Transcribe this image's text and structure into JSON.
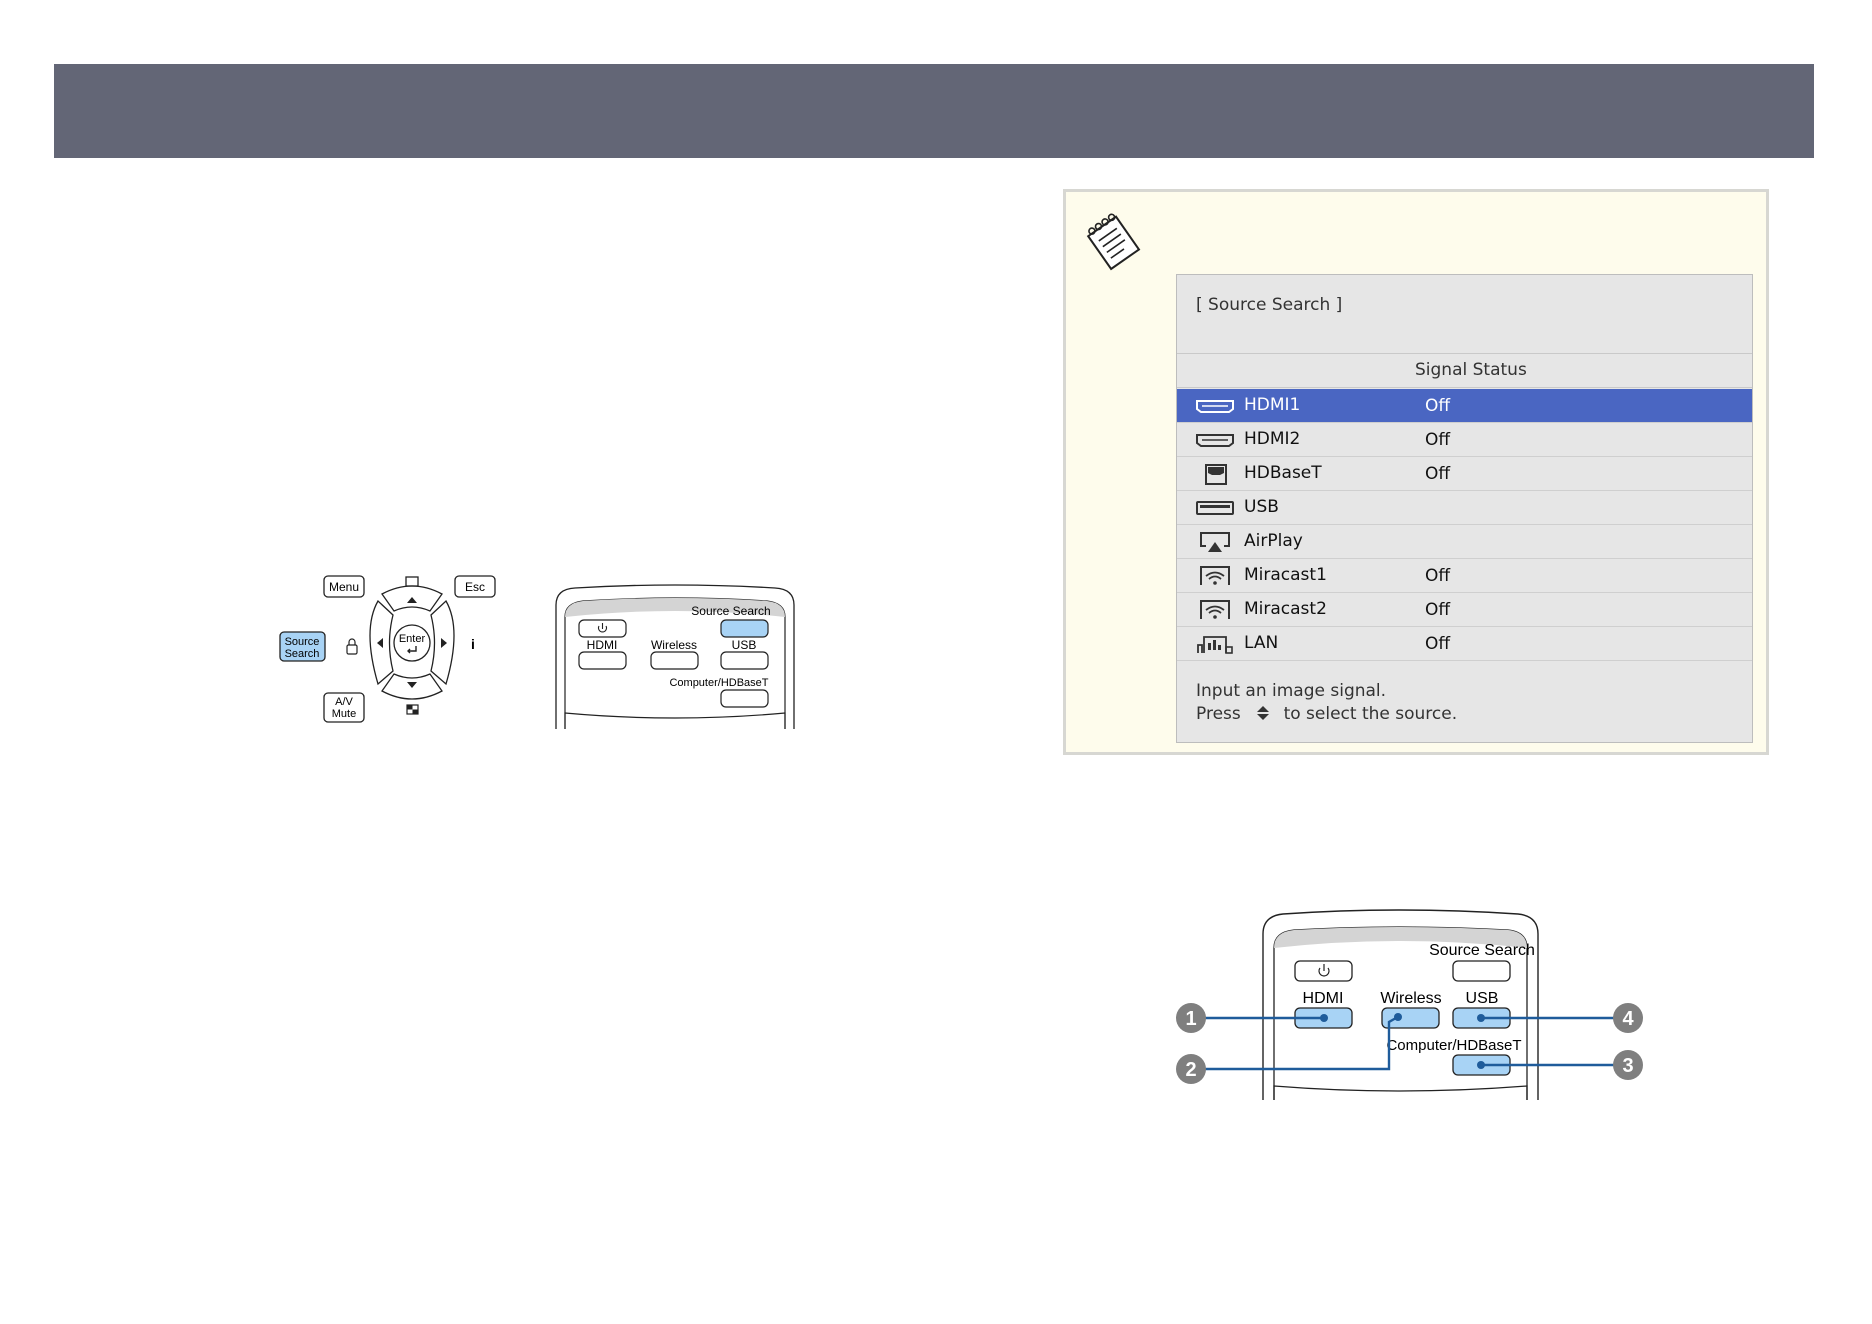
{
  "note": {
    "icon": "note-icon",
    "menu": {
      "title": "[ Source Search ]",
      "column_header": "Signal Status",
      "sources": [
        {
          "name": "HDMI1",
          "status": "Off",
          "icon": "hdmi-icon",
          "selected": true
        },
        {
          "name": "HDMI2",
          "status": "Off",
          "icon": "hdmi-icon",
          "selected": false
        },
        {
          "name": "HDBaseT",
          "status": "Off",
          "icon": "hdbaset-icon",
          "selected": false
        },
        {
          "name": "USB",
          "status": "",
          "icon": "usb-icon",
          "selected": false
        },
        {
          "name": "AirPlay",
          "status": "",
          "icon": "airplay-icon",
          "selected": false
        },
        {
          "name": "Miracast1",
          "status": "Off",
          "icon": "wireless-icon",
          "selected": false
        },
        {
          "name": "Miracast2",
          "status": "Off",
          "icon": "wireless-icon",
          "selected": false
        },
        {
          "name": "LAN",
          "status": "Off",
          "icon": "lan-icon",
          "selected": false
        }
      ],
      "footer_line1": "Input an image signal.",
      "footer_line2_a": "Press",
      "footer_line2_b": "to select the source.",
      "footer_icon": "up-down-arrow-icon"
    }
  },
  "control_panel": {
    "menu": "Menu",
    "esc": "Esc",
    "source_search_1": "Source",
    "source_search_2": "Search",
    "enter": "Enter",
    "av_mute_1": "A/V",
    "av_mute_2": "Mute",
    "info": "i"
  },
  "remote_small": {
    "source_search": "Source Search",
    "hdmi": "HDMI",
    "wireless": "Wireless",
    "usb": "USB",
    "computer_hdbaset": "Computer/HDBaseT"
  },
  "remote_large": {
    "source_search": "Source Search",
    "hdmi": "HDMI",
    "wireless": "Wireless",
    "usb": "USB",
    "computer_hdbaset": "Computer/HDBaseT",
    "callouts": [
      "1",
      "2",
      "3",
      "4"
    ]
  },
  "colors": {
    "header": "#636676",
    "highlight": "#a8d3f5",
    "selected_row": "#4a66c2",
    "callout": "#1f5c9b"
  }
}
